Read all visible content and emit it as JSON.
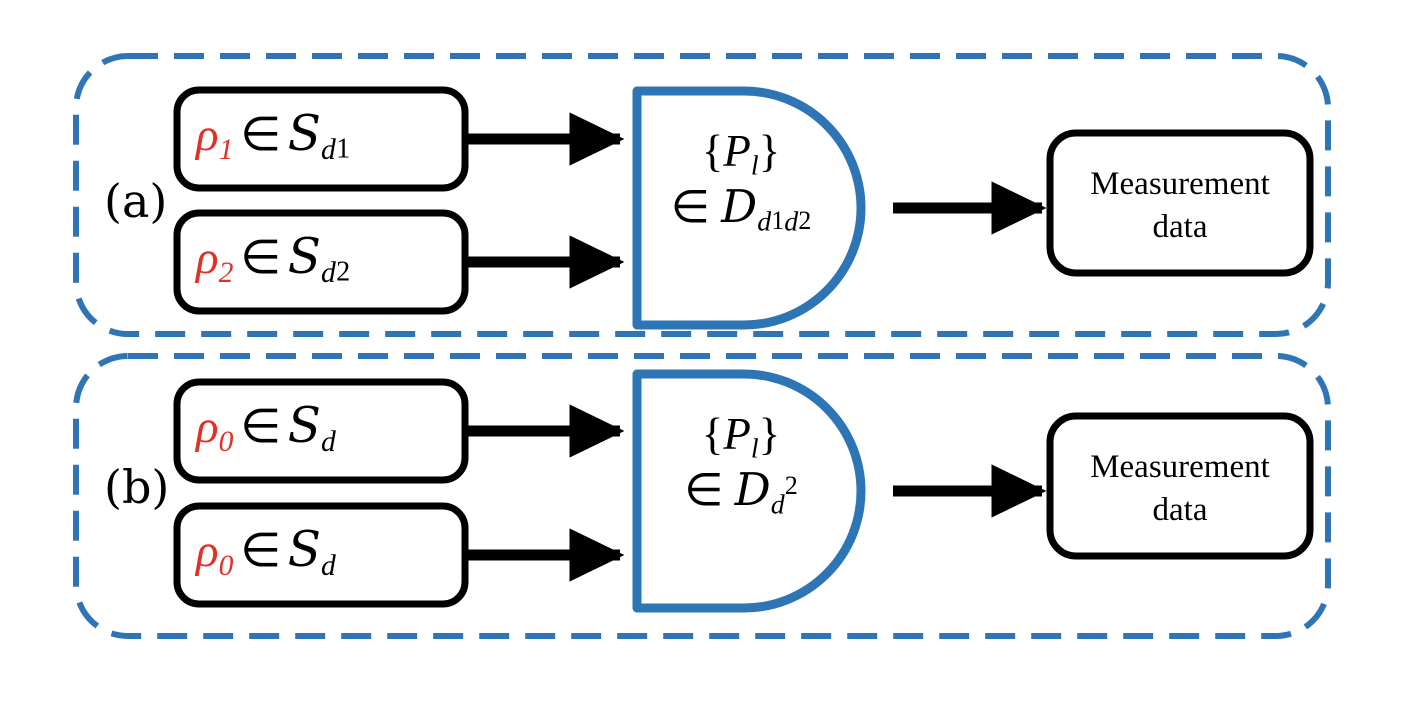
{
  "figure": {
    "title": "Two-panel schematic of detector tomography",
    "colors": {
      "panel_border_blue": "#2E75B6",
      "detector_blue": "#2E75B6",
      "state_symbol_red": "#E03127",
      "box_border_black": "#000000",
      "arrow_black": "#000000",
      "background": "#FFFFFF"
    }
  },
  "panels": [
    {
      "tag": "(a)",
      "inputs": [
        {
          "rho": "ρ",
          "rho_sub": "1",
          "relation": "∈",
          "space": "S",
          "space_sub": "d",
          "space_subsub": "1",
          "full_text": "ρ₁ ∈ S_d₁"
        },
        {
          "rho": "ρ",
          "rho_sub": "2",
          "relation": "∈",
          "space": "S",
          "space_sub": "d",
          "space_subsub": "2",
          "full_text": "ρ₂ ∈ S_d₂"
        }
      ],
      "detector": {
        "line1_open": "{",
        "line1_symbol": "P",
        "line1_sub": "l",
        "line1_close": "}",
        "line2_relation": "∈",
        "line2_space": "D",
        "line2_sub": "d",
        "line2_subsub": "1",
        "line2_sub2": "d",
        "line2_subsub2": "2",
        "full_text": "{P_l} ∈ D_{d₁d₂}"
      },
      "output": {
        "line1": "Measurement",
        "line2": "data"
      }
    },
    {
      "tag": "(b)",
      "inputs": [
        {
          "rho": "ρ",
          "rho_sub": "0",
          "relation": "∈",
          "space": "S",
          "space_sub": "d",
          "space_subsub": "",
          "full_text": "ρ₀ ∈ S_d"
        },
        {
          "rho": "ρ",
          "rho_sub": "0",
          "relation": "∈",
          "space": "S",
          "space_sub": "d",
          "space_subsub": "",
          "full_text": "ρ₀ ∈ S_d"
        }
      ],
      "detector": {
        "line1_open": "{",
        "line1_symbol": "P",
        "line1_sub": "l",
        "line1_close": "}",
        "line2_relation": "∈",
        "line2_space": "D",
        "line2_sub": "d",
        "line2_sup": "2",
        "full_text": "{P_l} ∈ D_{d²}"
      },
      "output": {
        "line1": "Measurement",
        "line2": "data"
      }
    }
  ]
}
